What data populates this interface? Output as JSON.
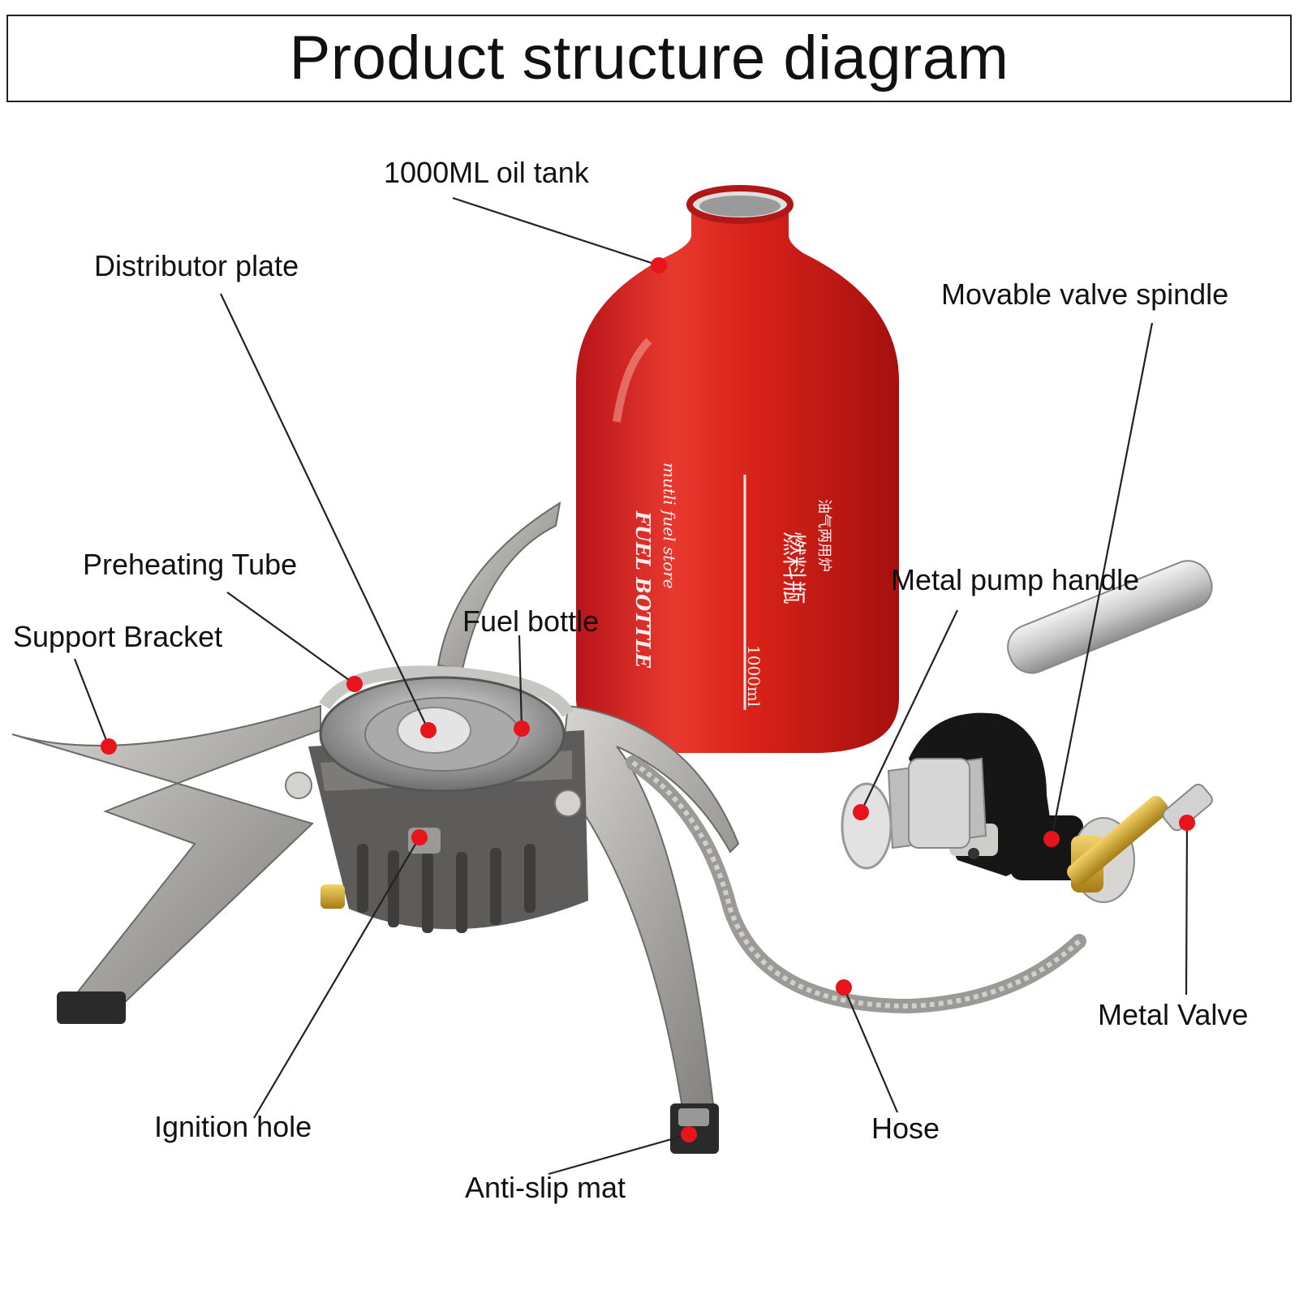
{
  "title": "Product structure diagram",
  "bottle": {
    "brand_vertical_1": "mutli fuel store",
    "brand_vertical_2": "FUEL BOTTLE",
    "cn_line_1": "油气两用炉",
    "cn_line_2": "燃料瓶",
    "volume_mark": "1000ml"
  },
  "callouts": [
    {
      "id": "oil-tank",
      "label": "1000ML oil tank"
    },
    {
      "id": "distributor-plate",
      "label": "Distributor plate"
    },
    {
      "id": "movable-valve-spindle",
      "label": "Movable valve spindle"
    },
    {
      "id": "preheating-tube",
      "label": "Preheating Tube"
    },
    {
      "id": "support-bracket",
      "label": "Support Bracket"
    },
    {
      "id": "fuel-bottle",
      "label": "Fuel bottle"
    },
    {
      "id": "metal-pump-handle",
      "label": "Metal pump handle"
    },
    {
      "id": "metal-valve",
      "label": "Metal Valve"
    },
    {
      "id": "ignition-hole",
      "label": "Ignition hole"
    },
    {
      "id": "hose",
      "label": "Hose"
    },
    {
      "id": "anti-slip-mat",
      "label": "Anti-slip mat"
    }
  ],
  "colors": {
    "marker": "#e8141c",
    "bottle_red": "#d91f1f",
    "metal": "#a9a7a4",
    "dark_metal": "#5b5a58",
    "brass": "#c9a227"
  }
}
